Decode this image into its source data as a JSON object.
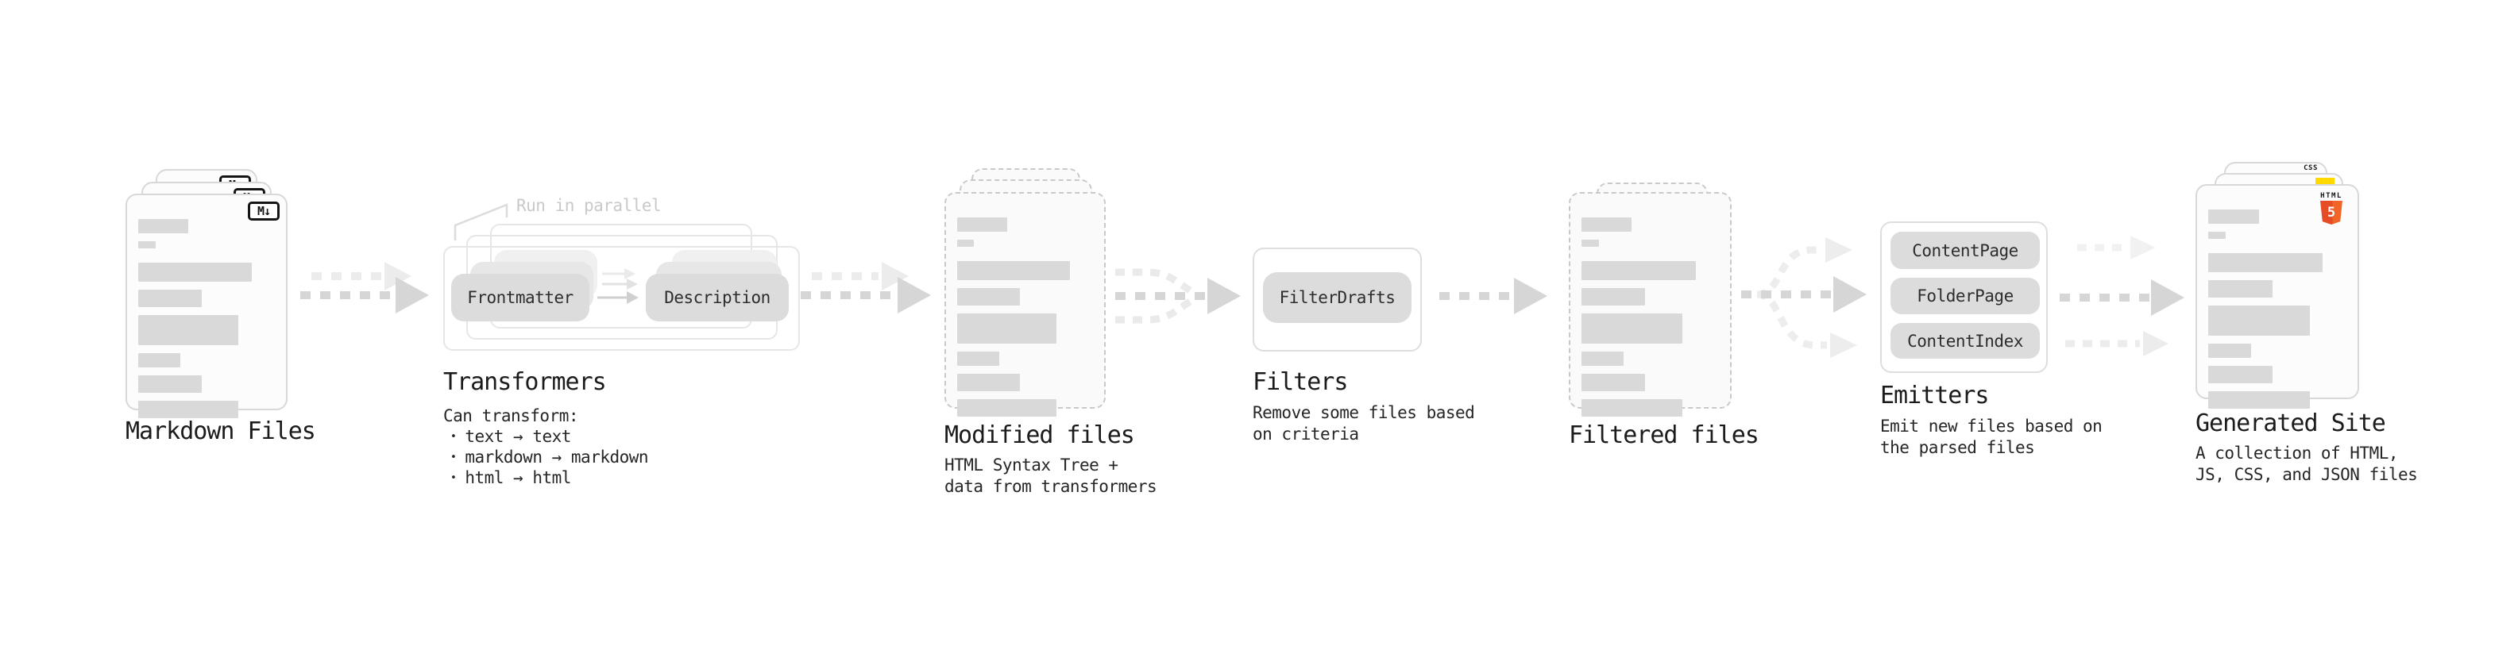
{
  "annotation": {
    "text": "Run in parallel"
  },
  "nodes": {
    "markdown_files": {
      "label": "Markdown Files",
      "badge": "M↓"
    },
    "transformers": {
      "label": "Transformers",
      "pill_a": "Frontmatter",
      "pill_b": "Description",
      "note_title": "Can transform:",
      "bullets": [
        "text → text",
        "markdown → markdown",
        "html → html"
      ]
    },
    "modified_files": {
      "label": "Modified files",
      "subtitle": "HTML Syntax Tree +\ndata from transformers"
    },
    "filters": {
      "label": "Filters",
      "pill": "FilterDrafts",
      "subtitle": "Remove some files based\non criteria"
    },
    "filtered_files": {
      "label": "Filtered files"
    },
    "emitters": {
      "label": "Emitters",
      "pills": [
        "ContentPage",
        "FolderPage",
        "ContentIndex"
      ],
      "subtitle": "Emit new files based on\nthe parsed files"
    },
    "generated_site": {
      "label": "Generated Site",
      "subtitle": "A collection of HTML,\nJS, CSS, and JSON files",
      "badge_html_word": "HTML",
      "badge_html_number": "5",
      "badge_css_word": "CSS"
    }
  },
  "colors": {
    "markdown_badge": "#141414",
    "html5_orange": "#e44d26",
    "html5_orange_light": "#f16529",
    "js_yellow": "#ffd900",
    "css_blue": "#2f6df6",
    "arrow_main": "#d6d6d6",
    "arrow_faint": "#ececec",
    "pill_fill": "#dcdcdc",
    "placeholder_bar": "#d9d9d9",
    "card_border": "#d8d8d8",
    "text_dark": "#1b1b1b",
    "annotation_gray": "#c9c9c9"
  }
}
